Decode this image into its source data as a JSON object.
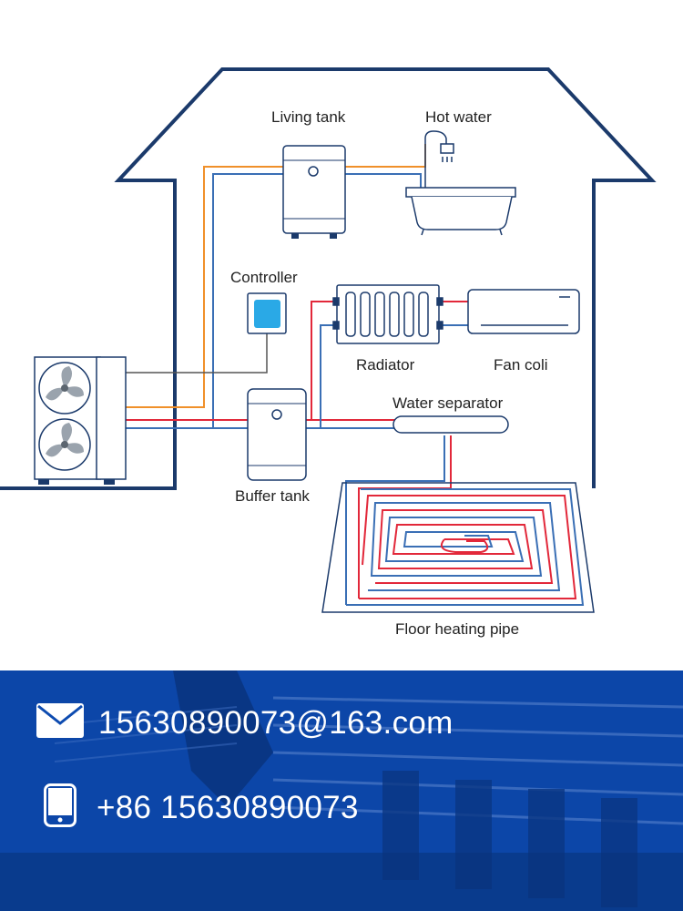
{
  "labels": {
    "living_tank": "Living tank",
    "hot_water": "Hot water",
    "controller": "Controller",
    "radiator": "Radiator",
    "fan_coil": "Fan coli",
    "water_separator": "Water separator",
    "buffer_tank": "Buffer tank",
    "floor_heating": "Floor heating pipe"
  },
  "contact": {
    "email": "15630890073@163.com",
    "phone": "+86 15630890073",
    "email_icon": "envelope-icon",
    "phone_icon": "tablet-icon"
  },
  "colors": {
    "house_outline": "#1b3a6b",
    "hot_pipe_orange": "#f0902a",
    "hot_pipe_red": "#e2283a",
    "cold_pipe_blue": "#3a6fb5",
    "controller_screen": "#2aa9e6",
    "footer_blue": "#0d4bb0"
  }
}
